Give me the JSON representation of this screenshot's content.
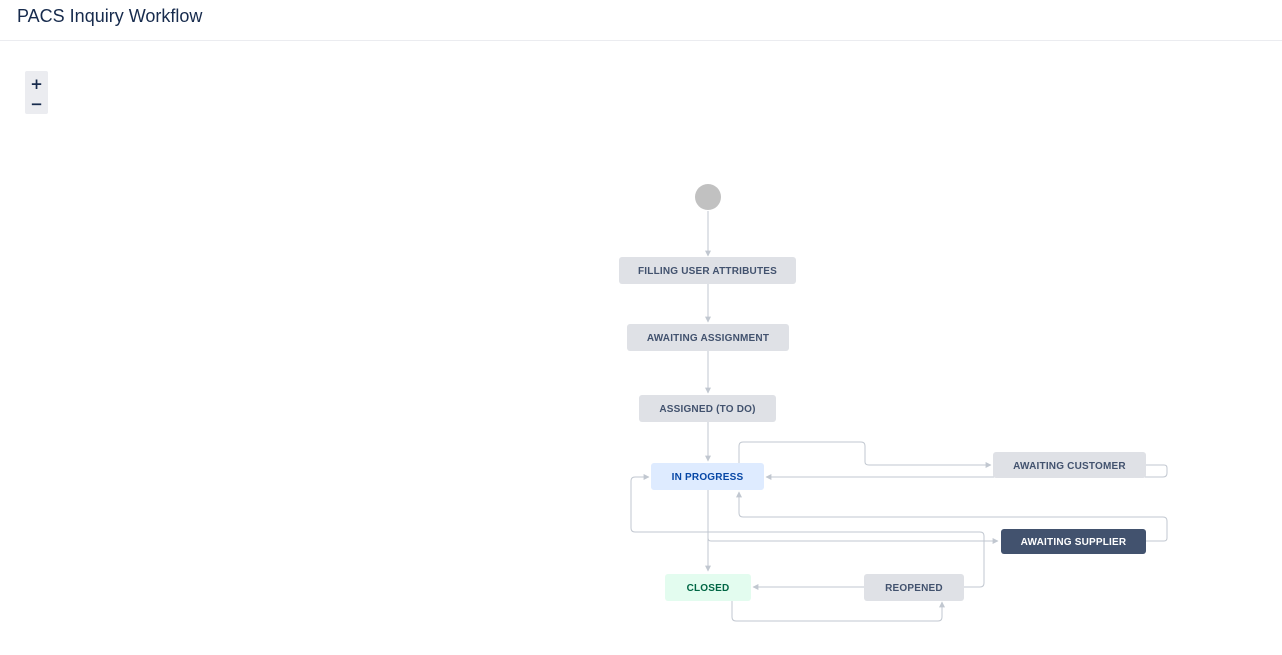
{
  "header": {
    "title": "PACS Inquiry Workflow"
  },
  "zoom": {
    "in_label": "+",
    "out_label": "−"
  },
  "statuses": {
    "filling_user_attributes": "FILLING USER ATTRIBUTES",
    "awaiting_assignment": "AWAITING ASSIGNMENT",
    "assigned_to_do": "ASSIGNED (TO DO)",
    "in_progress": "IN PROGRESS",
    "awaiting_customer": "AWAITING CUSTOMER",
    "awaiting_supplier": "AWAITING SUPPLIER",
    "closed": "CLOSED",
    "reopened": "REOPENED"
  },
  "colors": {
    "default_fill": "#dfe1e6",
    "default_text": "#42526e",
    "in_progress_fill": "#deebff",
    "in_progress_text": "#0747a6",
    "done_fill": "#e3fcef",
    "done_text": "#006644",
    "selected_fill": "#42526e",
    "selected_text": "#ffffff",
    "line": "#c1c7d0",
    "start": "#c1c1c1"
  }
}
